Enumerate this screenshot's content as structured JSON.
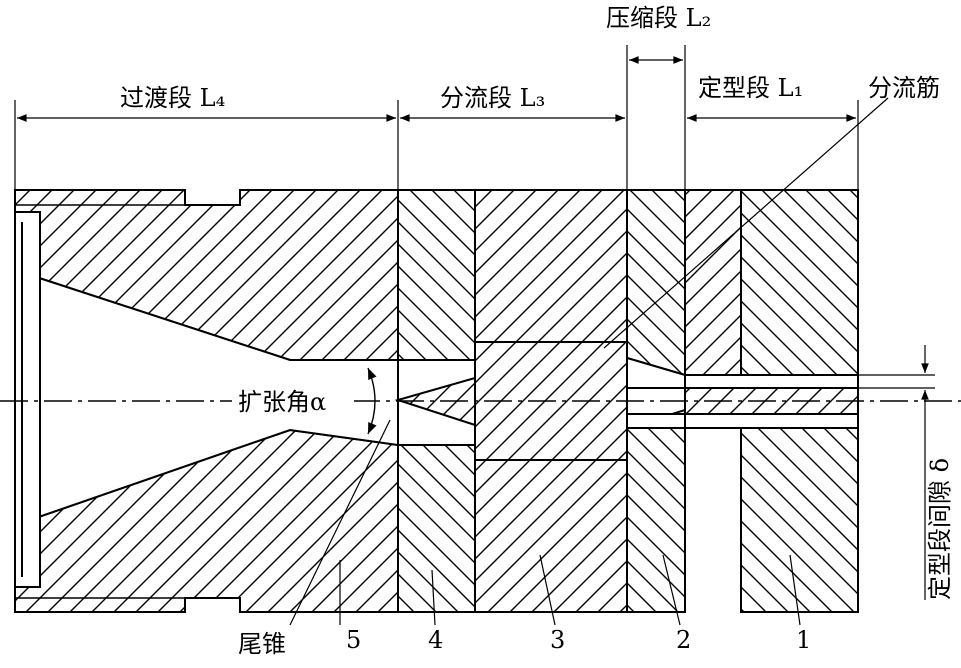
{
  "title": "",
  "dimensions": {
    "compression": "压缩段 L₂",
    "transition": "过渡段 L₄",
    "distribution": "分流段 L₃",
    "shaping": "定型段 L₁",
    "gap": "定型段间隙 δ"
  },
  "callouts": {
    "rib": "分流筋",
    "angle": "扩张角α",
    "tail_cone": "尾锥"
  },
  "part_numbers": [
    "5",
    "4",
    "3",
    "2",
    "1"
  ]
}
